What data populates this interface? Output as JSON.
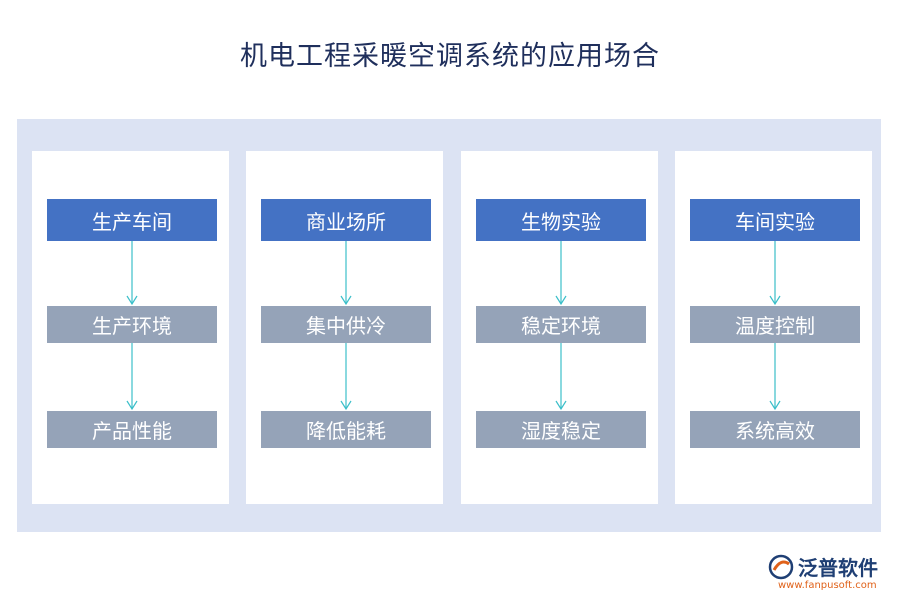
{
  "title": "机电工程采暖空调系统的应用场合",
  "columns": [
    {
      "head": "生产车间",
      "step1": "生产环境",
      "step2": "产品性能"
    },
    {
      "head": "商业场所",
      "step1": "集中供冷",
      "step2": "降低能耗"
    },
    {
      "head": "生物实验",
      "step1": "稳定环境",
      "step2": "湿度稳定"
    },
    {
      "head": "车间实验",
      "step1": "温度控制",
      "step2": "系统高效"
    }
  ],
  "logo": {
    "name": "泛普软件",
    "url": "www.fanpusoft.com"
  },
  "colors": {
    "head": "#4472c4",
    "sub": "#95a3b8",
    "panel": "#dce3f3",
    "arrow": "#3bbfc9",
    "title": "#1f2f5c"
  }
}
